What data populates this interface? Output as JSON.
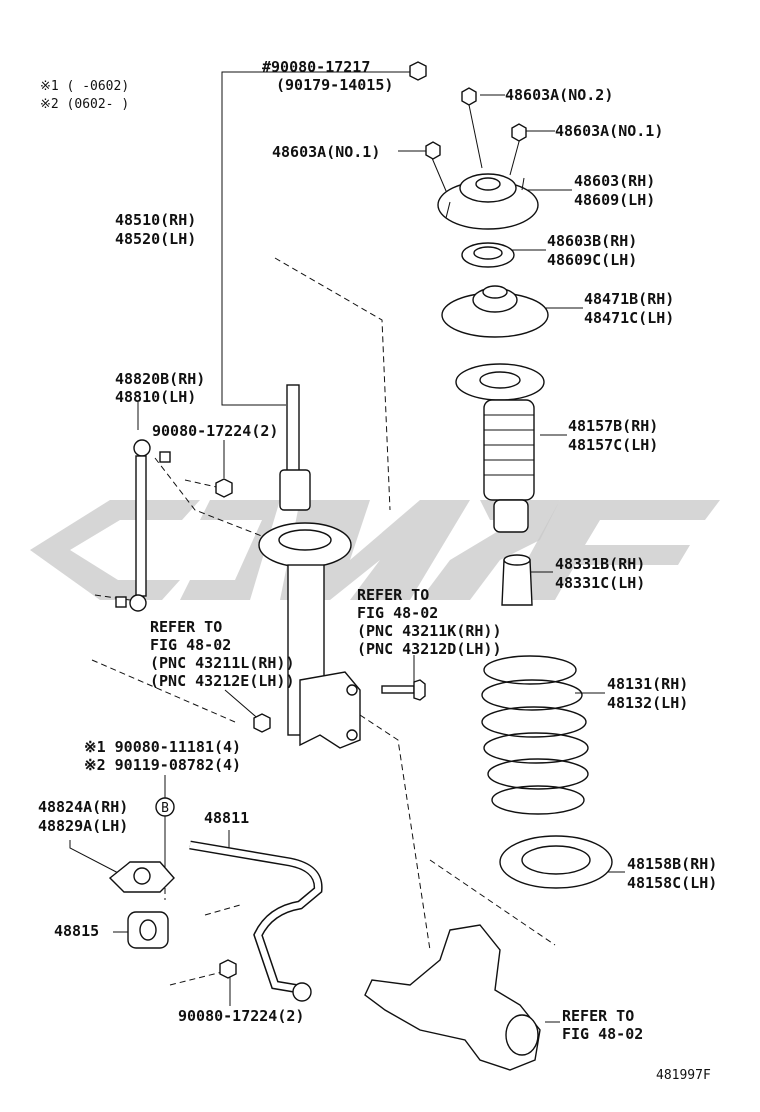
{
  "notes": {
    "n1": "※1  (     -0602)",
    "n2": "※2  (0602-     )"
  },
  "labels": {
    "bolt_top_a": "#90080-17217",
    "bolt_top_b": "(90179-14015)",
    "nut_no2": "48603A(NO.2)",
    "nut_no1_right": "48603A(NO.1)",
    "nut_no1_left": "48603A(NO.1)",
    "support_a": "48603(RH)",
    "support_b": "48609(LH)",
    "strut_a": "48510(RH)",
    "strut_b": "48520(LH)",
    "bearing_a": "48603B(RH)",
    "bearing_b": "48609C(LH)",
    "seat_a": "48471B(RH)",
    "seat_b": "48471C(LH)",
    "link_a": "48820B(RH)",
    "link_b": "48810(LH)",
    "link_nut": "90080-17224(2)",
    "boot_a": "48157B(RH)",
    "boot_b": "48157C(LH)",
    "bumper_a": "48331B(RH)",
    "bumper_b": "48331C(LH)",
    "refer_r_1": "REFER TO",
    "refer_r_2": "FIG 48-02",
    "refer_r_3": "(PNC 43211K(RH))",
    "refer_r_4": "(PNC 43212D(LH))",
    "refer_l_1": "REFER TO",
    "refer_l_2": "FIG 48-02",
    "refer_l_3": "(PNC 43211L(RH))",
    "refer_l_4": "(PNC 43212E(LH))",
    "spring_a": "48131(RH)",
    "spring_b": "48132(LH)",
    "bolt_b1": "※1 90080-11181(4)",
    "bolt_b2": "※2 90119-08782(4)",
    "circle_b": "B",
    "bracket_a": "48824A(RH)",
    "bracket_b": "48829A(LH)",
    "stabilizer": "48811",
    "lower_seat_a": "48158B(RH)",
    "lower_seat_b": "48158C(LH)",
    "bushing": "48815",
    "stab_nut": "90080-17224(2)",
    "refer_k_1": "REFER TO",
    "refer_k_2": "FIG 48-02",
    "fig_code": "481997F"
  }
}
